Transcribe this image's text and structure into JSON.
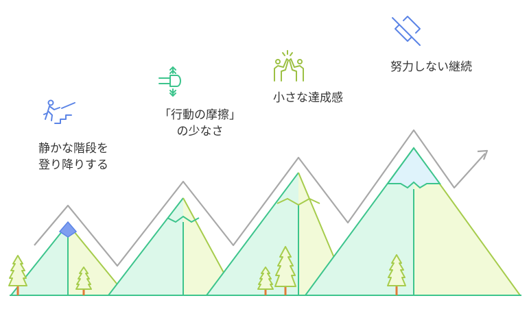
{
  "labels": {
    "stairs": {
      "line1": "静かな階段を",
      "line2": "登り降りする"
    },
    "friction": {
      "line1": "「行動の摩擦」",
      "line2": "の少なさ"
    },
    "small_wins": {
      "line1": "小さな達成感"
    },
    "effortless": {
      "line1": "努力しない継続"
    }
  },
  "icons": {
    "stairs": "person-climbing-stairs-icon",
    "friction": "arrow-up-down-icon",
    "small_wins": "high-five-icon",
    "effortless": "effort-off-icon"
  },
  "colors": {
    "mountain_left_fill": "#dcf8ea",
    "mountain_left_stroke": "#3cc48c",
    "mountain_right_fill": "#f2fad8",
    "mountain_right_stroke": "#a6cc4c",
    "snow_fill_1": "#7f9ef0",
    "snow_fill_4": "#dff3fb",
    "ridge_line": "#a8a8a8",
    "tree_fill": "#f2fad8",
    "tree_stroke": "#a6cc4c",
    "trunk": "#e07b39",
    "icon_blue": "#5b84e6",
    "icon_green": "#3cc48c",
    "icon_olive": "#9cc043",
    "text": "#333333"
  }
}
